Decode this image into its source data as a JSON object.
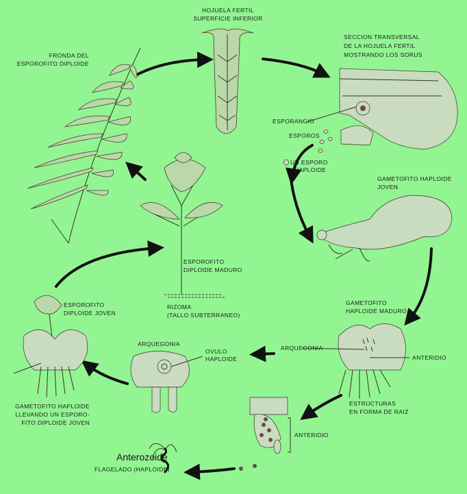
{
  "title": "Ciclo de vida del helecho",
  "colors": {
    "background": "#92f592",
    "ink": "#111111"
  },
  "labels": {
    "hojuela_fertil": [
      "HOJUELA FERTIL",
      "SUPERFICIE INFERIOR"
    ],
    "seccion_transversal": [
      "SECCION TRANSVERSAL",
      "DE LA HOJUELA FERTIL",
      "MOSTRANDO LOS SORUS"
    ],
    "fronda": [
      "FRONDA DEL",
      "ESPOROFITO DIPLOIDE"
    ],
    "esporangio": "ESPORANGIO",
    "esporos": "ESPOROS",
    "un_esporo": [
      "UN ESPORO",
      "HAPLOIDE"
    ],
    "gametofito_joven": [
      "GAMETOFITO HAPLOIDE",
      "JOVEN"
    ],
    "esporofito_maduro": [
      "ESPOROFITO",
      "DIPLOIDE MADURO"
    ],
    "rizoma": [
      "RIZOMA",
      "(TALLO SUBTERRANEO)"
    ],
    "esporofito_joven": [
      "ESPOROFITO",
      "DIPLOIDE JOVEN"
    ],
    "gametofito_maduro": [
      "GAMETOFITO",
      "HAPLOIDE MADURO"
    ],
    "arquegonia_detalle": "ARQUEGONIA",
    "ovulo": [
      "OVULO",
      "HAPLOIDE"
    ],
    "arquegonia": "ARQUEGONIA",
    "anteridio_gametofito": "ANTERIDIO",
    "gametofito_con_esporofito": [
      "GAMETOFITO HAPLOIDE",
      "LLEVANDO UN ESPORO-",
      "FITO DIPLOIDE JOVEN"
    ],
    "estructuras_raiz": [
      "ESTRUCTURAS",
      "EN FORMA DE RAIZ"
    ],
    "anteridio_detalle": "ANTERIDIO",
    "anterozoide": [
      "Anterozoide",
      "FLAGELADO (HAPLOIDE)"
    ]
  }
}
